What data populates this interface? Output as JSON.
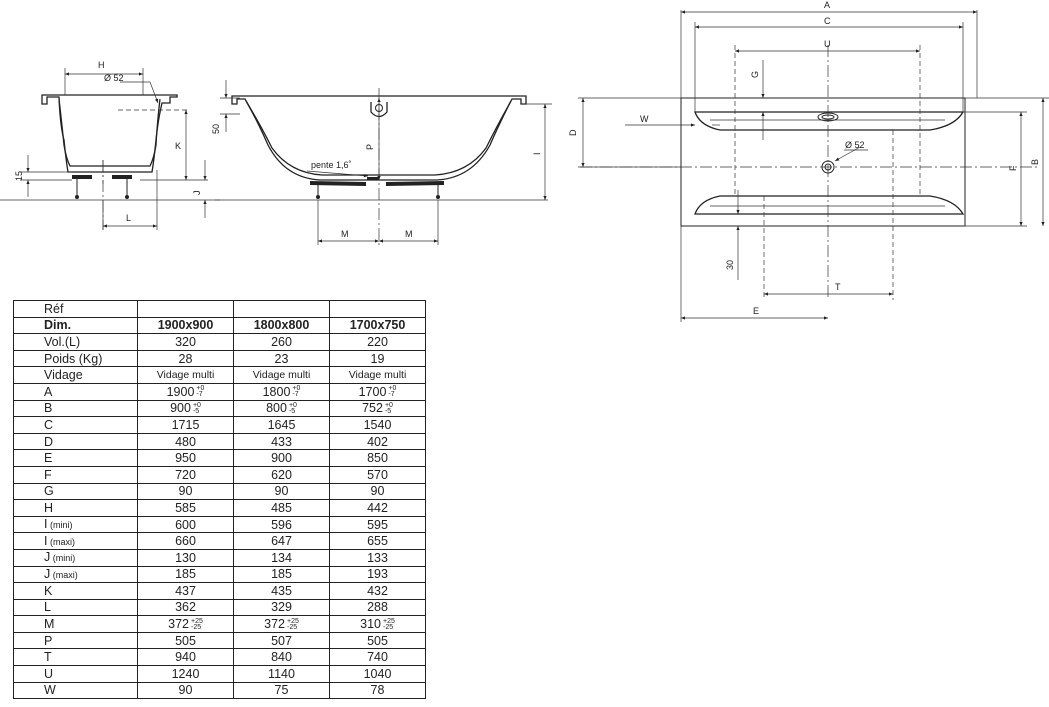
{
  "labels": {
    "H": "H",
    "phi_side": "Ø 52",
    "K": "K",
    "J": "J",
    "L": "L",
    "dim15": "15",
    "dim50": "50",
    "P": "P",
    "I": "I",
    "slope": "pente 1,6˚",
    "M1": "M",
    "M2": "M",
    "A": "A",
    "C": "C",
    "U": "U",
    "G": "G",
    "D": "D",
    "W": "W",
    "phi_top": "Ø 52",
    "F": "F",
    "B": "B",
    "dim30": "30",
    "T": "T",
    "E": "E"
  },
  "table": {
    "columns": [
      "1900x900",
      "1800x800",
      "1700x750"
    ],
    "rows": [
      {
        "key": "Réf",
        "values": [
          "",
          "",
          ""
        ]
      },
      {
        "key": "Dim.",
        "values": [
          "1900x900",
          "1800x800",
          "1700x750"
        ],
        "bold": true
      },
      {
        "key": "Vol.(L)",
        "values": [
          "320",
          "260",
          "220"
        ]
      },
      {
        "key": "Poids (Kg)",
        "values": [
          "28",
          "23",
          "19"
        ]
      },
      {
        "key": "Vidage",
        "values": [
          "Vidage multi",
          "Vidage multi",
          "Vidage multi"
        ],
        "small": true
      },
      {
        "key": "A",
        "values": [
          "1900",
          "1800",
          "1700"
        ],
        "tol": [
          "+0",
          "-7"
        ]
      },
      {
        "key": "B",
        "values": [
          "900",
          "800",
          "752"
        ],
        "tol": [
          "+0",
          "-5"
        ]
      },
      {
        "key": "C",
        "values": [
          "1715",
          "1645",
          "1540"
        ]
      },
      {
        "key": "D",
        "values": [
          "480",
          "433",
          "402"
        ]
      },
      {
        "key": "E",
        "values": [
          "950",
          "900",
          "850"
        ]
      },
      {
        "key": "F",
        "values": [
          "720",
          "620",
          "570"
        ]
      },
      {
        "key": "G",
        "values": [
          "90",
          "90",
          "90"
        ]
      },
      {
        "key": "H",
        "values": [
          "585",
          "485",
          "442"
        ]
      },
      {
        "key": "I",
        "sub": "(mini)",
        "values": [
          "600",
          "596",
          "595"
        ]
      },
      {
        "key": "I",
        "sub": "(maxi)",
        "values": [
          "660",
          "647",
          "655"
        ]
      },
      {
        "key": "J",
        "sub": "(mini)",
        "values": [
          "130",
          "134",
          "133"
        ]
      },
      {
        "key": "J",
        "sub": "(maxi)",
        "values": [
          "185",
          "185",
          "193"
        ]
      },
      {
        "key": "K",
        "values": [
          "437",
          "435",
          "432"
        ]
      },
      {
        "key": "L",
        "values": [
          "362",
          "329",
          "288"
        ]
      },
      {
        "key": "M",
        "values": [
          "372",
          "372",
          "310"
        ],
        "tol": [
          "+25",
          "-25"
        ]
      },
      {
        "key": "P",
        "values": [
          "505",
          "507",
          "505"
        ]
      },
      {
        "key": "T",
        "values": [
          "940",
          "840",
          "740"
        ]
      },
      {
        "key": "U",
        "values": [
          "1240",
          "1140",
          "1040"
        ]
      },
      {
        "key": "W",
        "values": [
          "90",
          "75",
          "78"
        ]
      }
    ]
  }
}
